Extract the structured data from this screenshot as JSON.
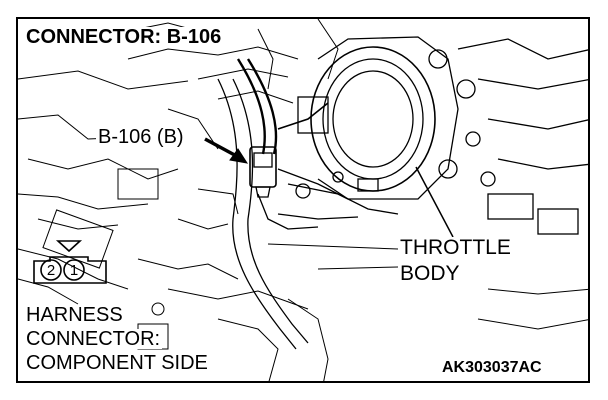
{
  "title": "CONNECTOR: B-106",
  "callout_label": "B-106 (B)",
  "component_label": {
    "line1": "THROTTLE",
    "line2": "BODY"
  },
  "harness_label": {
    "line1": "HARNESS",
    "line2": "CONNECTOR:",
    "line3": "COMPONENT SIDE"
  },
  "connector_pins": [
    "2",
    "1"
  ],
  "figure_code": "AK303037AC"
}
